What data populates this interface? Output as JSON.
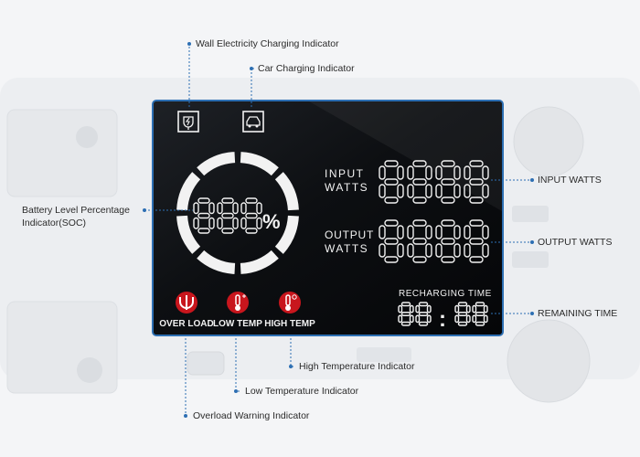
{
  "display": {
    "input_label_line1": "INPUT",
    "input_label_line2": "WATTS",
    "output_label_line1": "OUTPUT",
    "output_label_line2": "WATTS",
    "recharging_label": "RECHARGING TIME",
    "time_separator": ":",
    "soc_unit": "%",
    "soc_digits": "888",
    "input_digits": "8888",
    "output_digits": "8888",
    "time_digits": "8888",
    "warnings": [
      {
        "label": "OVER LOAD",
        "icon": "overload-icon"
      },
      {
        "label": "LOW TEMP",
        "icon": "low-temp-icon"
      },
      {
        "label": "HIGH TEMP",
        "icon": "high-temp-icon"
      }
    ],
    "charge_icons": [
      "wall-charging-icon",
      "car-charging-icon"
    ],
    "colors": {
      "lcd": "#f2f2f2",
      "warning": "#c8161d",
      "leader": "#2d6fb3",
      "screen": "#060709"
    }
  },
  "callouts": {
    "wall": "Wall Electricity Charging Indicator",
    "car": "Car Charging Indicator",
    "battery_line1": "Battery Level Percentage",
    "battery_line2": "Indicator(SOC)",
    "input": "INPUT WATTS",
    "output": "OUTPUT WATTS",
    "remaining": "REMAINING TIME",
    "high_temp": "High Temperature Indicator",
    "low_temp": "Low Temperature Indicator",
    "overload": "Overload Warning Indicator"
  }
}
